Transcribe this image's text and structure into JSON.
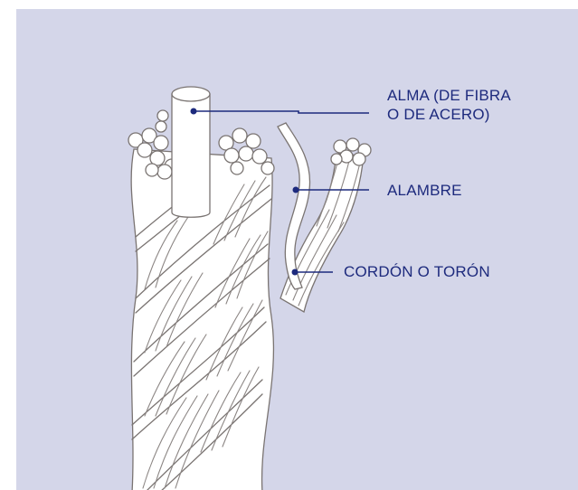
{
  "colors": {
    "background_panel": "#d4d6e9",
    "label_text": "#1d2a7d",
    "wire_stroke": "#7a7472",
    "wire_fill": "#ffffff"
  },
  "labels": {
    "core": {
      "line1": "ALMA (DE FIBRA",
      "line2": "O DE ACERO)"
    },
    "wire": "ALAMBRE",
    "strand": "CORDÓN O TORÓN"
  }
}
